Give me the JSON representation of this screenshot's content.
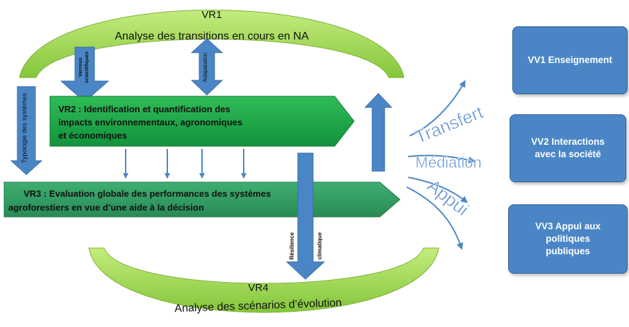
{
  "vr1": {
    "code": "VR1",
    "title": "Analyse des transitions en cours en NA"
  },
  "vr2": {
    "line1": "VR2 : Identification et quantification des",
    "line2": "impacts environnementaux, agronomiques",
    "line3": "et économiques"
  },
  "vr3": {
    "line1": "VR3 : Evaluation globale des performances des systèmes",
    "line2": "agroforestiers en vue d’une aide à la décision"
  },
  "vr4": {
    "code": "VR4",
    "title": "Analyse des scénarios d’évolution"
  },
  "arrows": {
    "typologie": "Typologie des systèmes",
    "verrous_1": "Verrous",
    "verrous_2": "scientifiques",
    "adaptation": "Adapatation",
    "resilience": "Résilience",
    "climatique": "climatique"
  },
  "flows": {
    "transfert": "Transfert",
    "mediation": "Médiation",
    "appui": "Appui"
  },
  "vv": {
    "vv1": "VV1 Enseignement",
    "vv2": "VV2 Interactions\navec la société",
    "vv3": "VV3 Appui aux\npolitiques\npubliques"
  },
  "colors": {
    "lime": "#92d050",
    "green": "#1fa64a",
    "teal": "#2e9a60",
    "blue": "#4a86c5"
  }
}
